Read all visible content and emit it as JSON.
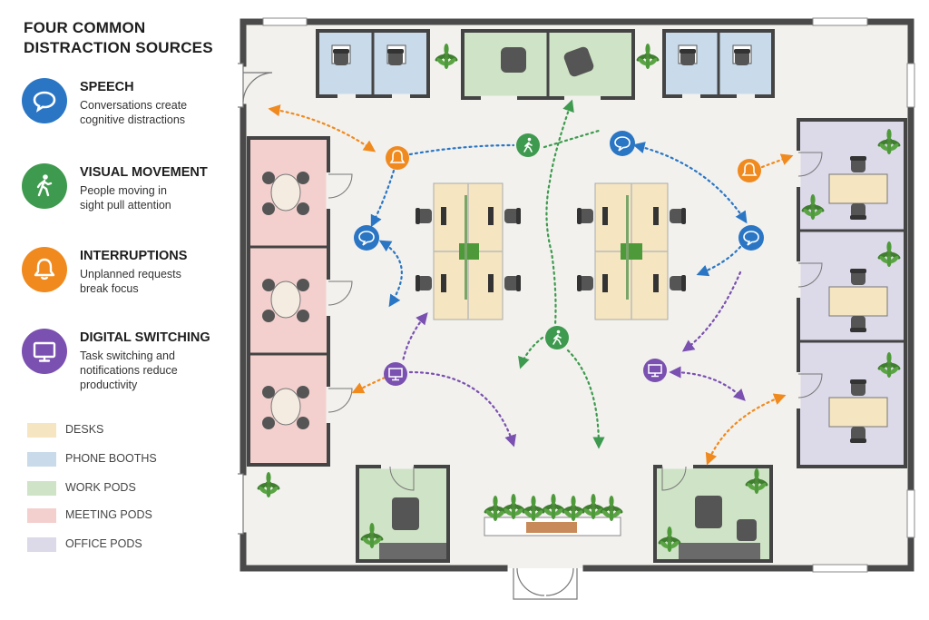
{
  "legend": {
    "title_lines": [
      "FOUR COMMON",
      "DISTRACTION SOURCES"
    ],
    "sources": [
      {
        "name": "SPEECH",
        "desc": [
          "Conversations create",
          "cognitive distractions"
        ],
        "color": "#2a76c4",
        "icon": "speech-bubble-icon"
      },
      {
        "name": "VISUAL MOVEMENT",
        "desc": [
          "People moving in",
          "sight pull attention"
        ],
        "color": "#3e9a4e",
        "icon": "walking-person-icon"
      },
      {
        "name": "INTERRUPTIONS",
        "desc": [
          "Unplanned requests",
          "break focus"
        ],
        "color": "#f08a1e",
        "icon": "bell-icon"
      },
      {
        "name": "DIGITAL SWITCHING",
        "desc": [
          "Task switching and",
          "notifications reduce",
          "productivity"
        ],
        "color": "#7a50b0",
        "icon": "monitor-icon"
      }
    ],
    "zones": [
      {
        "label": "DESKS",
        "color": "#f5e6c1"
      },
      {
        "label": "PHONE BOOTHS",
        "color": "#c9daea"
      },
      {
        "label": "WORK PODS",
        "color": "#cfe3c6"
      },
      {
        "label": "MEETING PODS",
        "color": "#f3d0ce"
      },
      {
        "label": "OFFICE PODS",
        "color": "#dcd9e8"
      }
    ]
  }
}
